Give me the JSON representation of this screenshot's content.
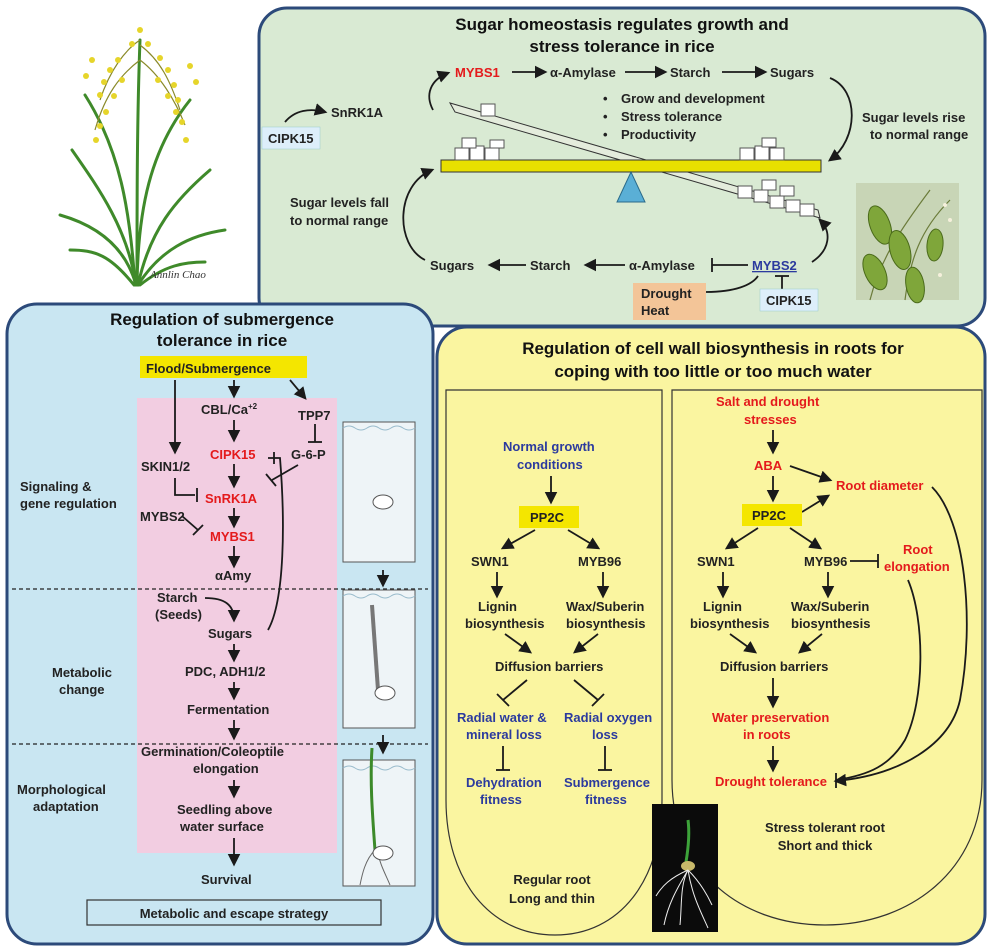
{
  "signature": "Annlin Chao",
  "top_panel": {
    "title_line1": "Sugar homeostasis regulates growth and",
    "title_line2": "stress tolerance in rice",
    "mybs1": "MYBS1",
    "amylase": "α-Amylase",
    "starch": "Starch",
    "sugars": "Sugars",
    "snrk1a": "SnRK1A",
    "cipk15": "CIPK15",
    "bullets": [
      "Grow and development",
      "Stress tolerance",
      "Productivity"
    ],
    "rise_line1": "Sugar levels rise",
    "rise_line2": "to normal range",
    "fall_line1": "Sugar levels fall",
    "fall_line2": "to normal range",
    "mybs2": "MYBS2",
    "stress_line1": "Drought",
    "stress_line2": "Heat",
    "cipk15_b": "CIPK15"
  },
  "left_panel": {
    "title_line1": "Regulation of submergence",
    "title_line2": "tolerance in rice",
    "flood": "Flood/Submergence",
    "cbl": "CBL/Ca",
    "cbl_sup": "+2",
    "tpp7": "TPP7",
    "g6p": "G-6-P",
    "cipk15": "CIPK15",
    "skin": "SKIN1/2",
    "snrk1a": "SnRK1A",
    "mybs2": "MYBS2",
    "mybs1": "MYBS1",
    "aamy": "αAmy",
    "starch_line1": "Starch",
    "starch_line2": "(Seeds)",
    "sugars": "Sugars",
    "pdc": "PDC, ADH1/2",
    "fermentation": "Fermentation",
    "germ_line1": "Germination/Coleoptile",
    "germ_line2": "elongation",
    "seed_line1": "Seedling above",
    "seed_line2": "water surface",
    "survival": "Survival",
    "sig_line1": "Signaling &",
    "sig_line2": "gene regulation",
    "met_line1": "Metabolic",
    "met_line2": "change",
    "morph_line1": "Morphological",
    "morph_line2": "adaptation",
    "strategy": "Metabolic and escape strategy"
  },
  "right_panel": {
    "title_line1": "Regulation of cell wall biosynthesis in roots for",
    "title_line2": "coping with too little or too much water",
    "normal_line1": "Normal growth",
    "normal_line2": "conditions",
    "pp2c": "PP2C",
    "swn1": "SWN1",
    "myb96": "MYB96",
    "lignin_line1": "Lignin",
    "lignin_line2": "biosynthesis",
    "wax_line1": "Wax/Suberin",
    "wax_line2": "biosynthesis",
    "diffusion": "Diffusion barriers",
    "radial_water_line1": "Radial water &",
    "radial_water_line2": "mineral loss",
    "radial_oxy_line1": "Radial oxygen",
    "radial_oxy_line2": "loss",
    "dehyd_line1": "Dehydration",
    "dehyd_line2": "fitness",
    "subm_line1": "Submergence",
    "subm_line2": "fitness",
    "regular_line1": "Regular root",
    "regular_line2": "Long and thin",
    "salt_line1": "Salt and drought",
    "salt_line2": "stresses",
    "aba": "ABA",
    "root_diameter": "Root diameter",
    "root_elong_line1": "Root",
    "root_elong_line2": "elongation",
    "water_pres_line1": "Water preservation",
    "water_pres_line2": "in roots",
    "drought_tol": "Drought tolerance",
    "stress_root_line1": "Stress tolerant root",
    "stress_root_line2": "Short and thick"
  },
  "colors": {
    "top_bg": "#d9ead3",
    "left_bg": "#c9e6f2",
    "pink": "#f2cde1",
    "right_bg": "#faf5a0",
    "highlight": "#f4e600",
    "border": "#2c4a7a",
    "red": "#e41a1c",
    "blue": "#2b3a9e",
    "beam": "#e8e000",
    "fulcrum": "#5aafd6",
    "stress_box": "#f3c598",
    "cipk_box": "#ddeefa"
  }
}
